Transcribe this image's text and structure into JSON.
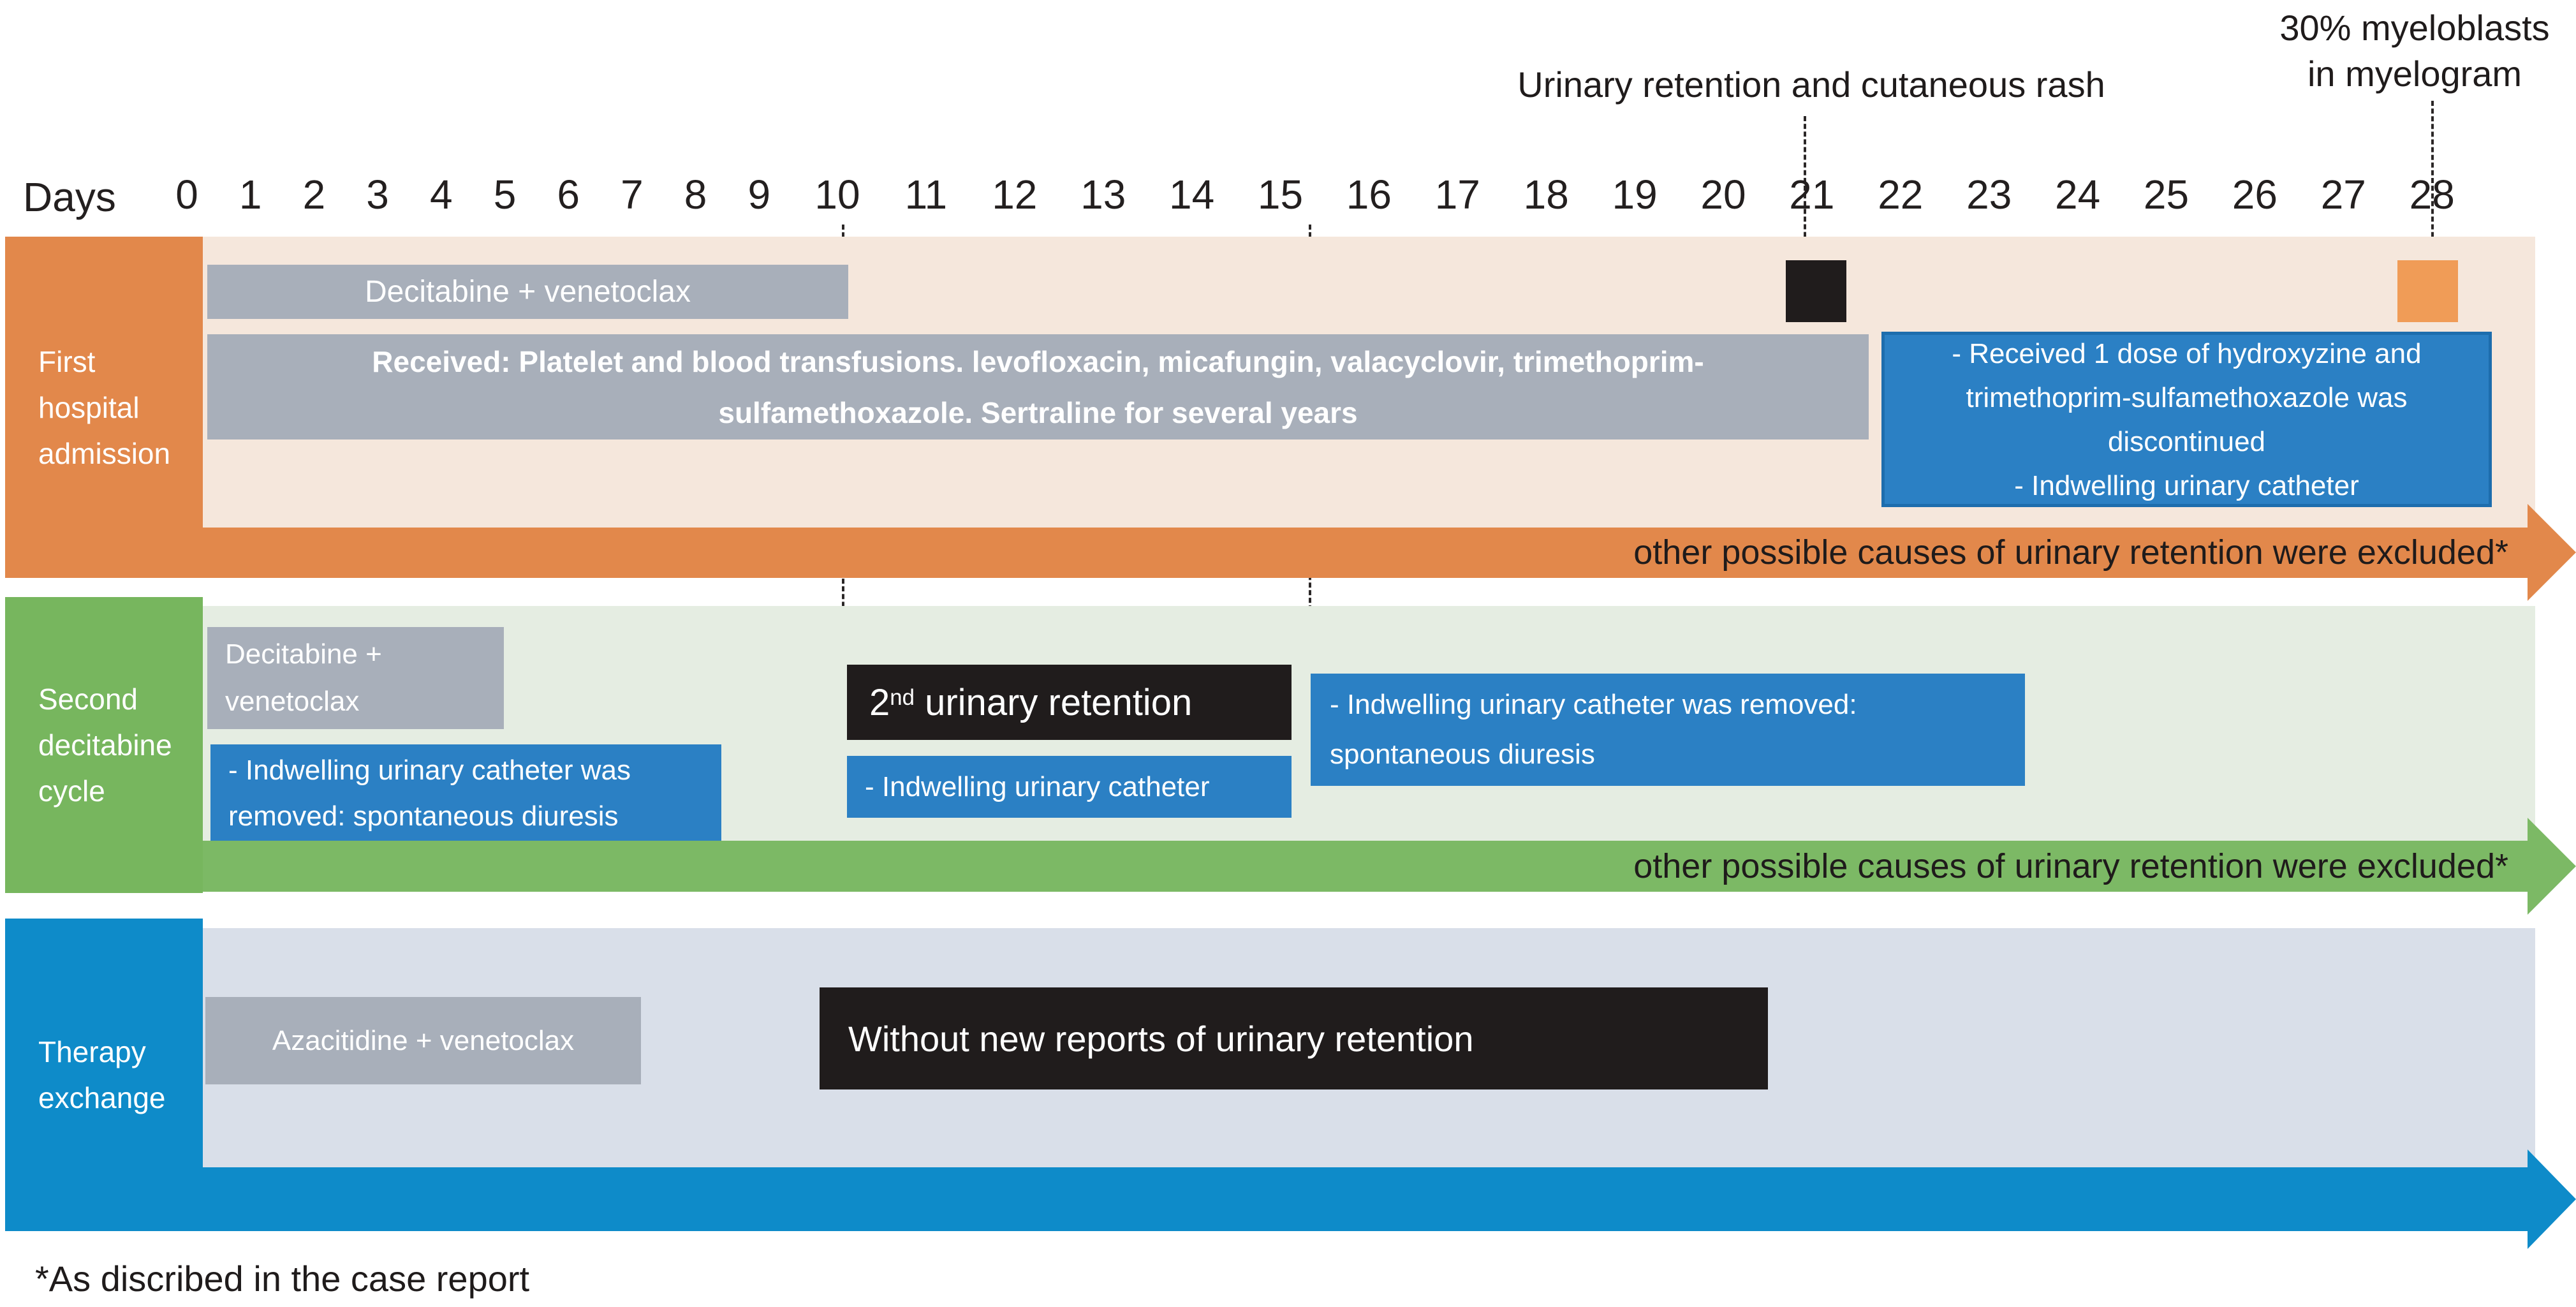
{
  "annotations": {
    "top_event": "Urinary retention and cutaneous rash",
    "myeloblasts": "30% myeloblasts\nin  myelogram"
  },
  "axis": {
    "label": "Days",
    "days": [
      "0",
      "1",
      "2",
      "3",
      "4",
      "5",
      "6",
      "7",
      "8",
      "9",
      "10",
      "11",
      "12",
      "13",
      "14",
      "15",
      "16",
      "17",
      "18",
      "19",
      "20",
      "21",
      "22",
      "23",
      "24",
      "25",
      "26",
      "27",
      "28"
    ]
  },
  "row1": {
    "label": "First\nhospital\nadmission",
    "chemo_bar": "Decitabine + venetoclax",
    "received_box": "Received: Platelet and blood transfusions. levofloxacin, micafungin, valacyclovir, trimethoprim-\nsulfamethoxazole. Sertraline for several years",
    "management_box": "-   Received 1 dose of hydroxyzine and\ntrimethoprim-sulfamethoxazole was\ndiscontinued\n-   Indwelling urinary catheter",
    "arrow_text": "other possible causes of urinary retention were excluded*"
  },
  "row2": {
    "label": "Second\ndecitabine\ncycle",
    "chemo_box": "Decitabine +\nvenetoclax",
    "catheter_removed_box": "- Indwelling urinary catheter was\nremoved: spontaneous diuresis",
    "retention_box": {
      "num": "2",
      "sup": "nd",
      "rest": " urinary retention"
    },
    "catheter_box": "- Indwelling urinary catheter",
    "catheter_removed_box2": "- Indwelling urinary catheter was removed:\nspontaneous diuresis",
    "arrow_text": "other possible causes of urinary retention were excluded*"
  },
  "row3": {
    "label": "Therapy\nexchange",
    "chemo_box": "Azacitidine + venetoclax",
    "outcome_box": "Without new reports of urinary retention"
  },
  "footnote": "*As discribed in the case report",
  "colors": {
    "orange": "#E2884B",
    "orange_square": "#F09C57",
    "beige": "#F5E7DC",
    "gray": "#A8AFBA",
    "dark": "#201C1C",
    "blue": "#2B80C4",
    "blue_border": "#1D6DAD",
    "green": "#77B65E",
    "green_band": "#7CB965",
    "light_green": "#E5EDE2",
    "cyan": "#0E8BC9",
    "light_blue": "#D9DFE9"
  }
}
